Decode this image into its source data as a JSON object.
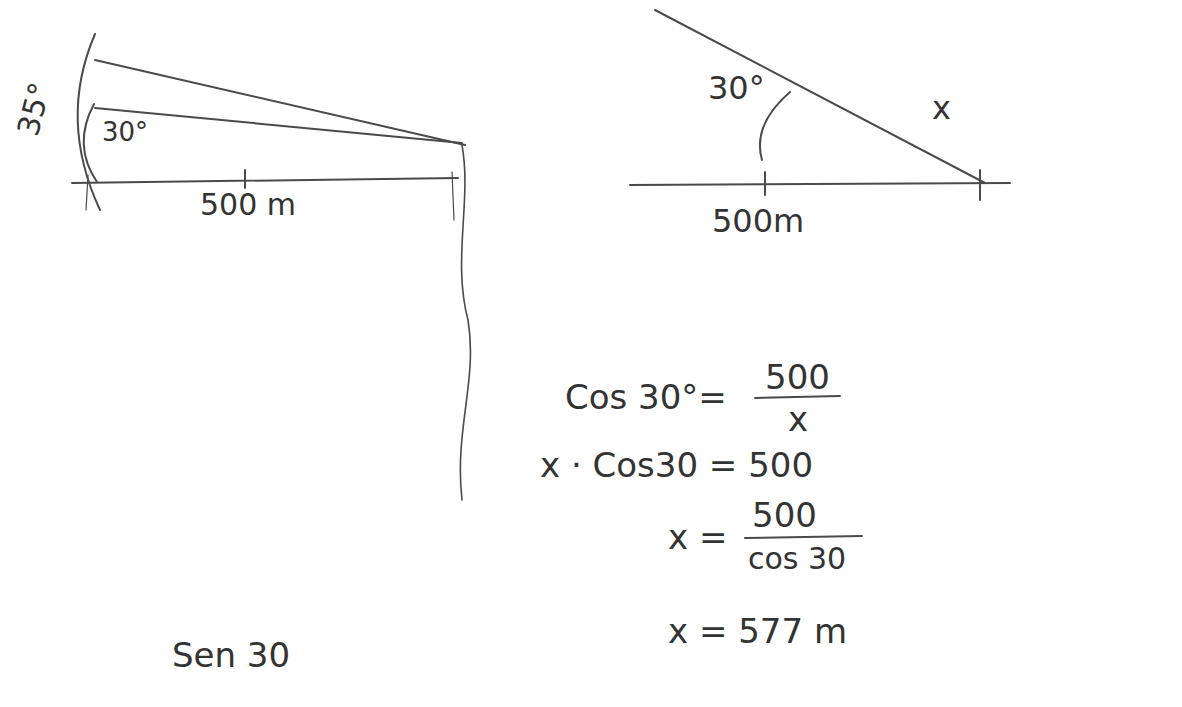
{
  "diagram": {
    "labels": [
      "35°",
      "30°",
      "500 m",
      "30°",
      "x",
      "500m",
      "Cos 30°=",
      "500",
      "x",
      "x · Cos30 = 500",
      "x =",
      "500",
      "cos 30",
      "x = 577 m",
      "Sen 30"
    ]
  }
}
